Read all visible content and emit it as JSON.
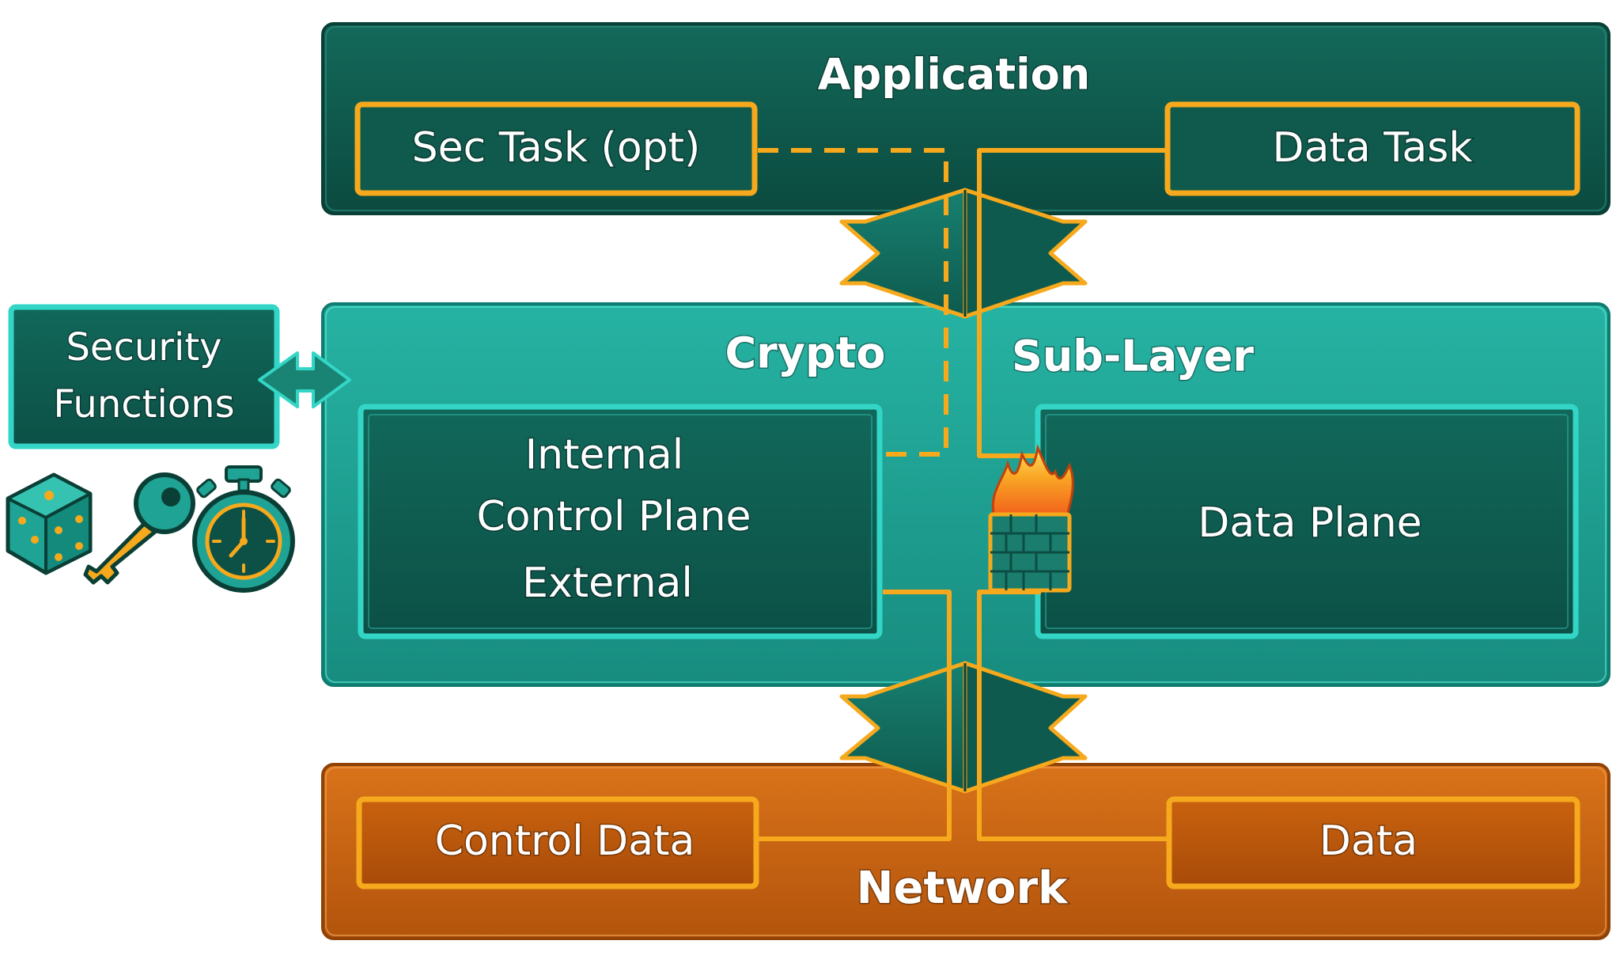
{
  "layers": {
    "application": "Application",
    "crypto_left": "Crypto",
    "crypto_right": "Sub-Layer",
    "network": "Network"
  },
  "boxes": {
    "sec_task": "Sec Task (opt)",
    "data_task": "Data Task",
    "control_plane_line1": "Internal",
    "control_plane_line2": "Control Plane",
    "control_plane_line3": "External",
    "data_plane": "Data Plane",
    "control_data": "Control Data",
    "data": "Data"
  },
  "security_functions": {
    "line1": "Security",
    "line2": "Functions"
  },
  "icons": [
    "dice-icon",
    "key-icon",
    "stopwatch-icon",
    "firewall-icon",
    "double-arrow-icon"
  ],
  "colors": {
    "app_bg": "#0f5a4c",
    "crypto_bg": "#1fa394",
    "inner_dark": "#0f5a4c",
    "network_bg": "#c8620f",
    "orange_line": "#f6a91c",
    "teal_glow": "#33d6c6",
    "arrow_fill": "#12685a"
  }
}
